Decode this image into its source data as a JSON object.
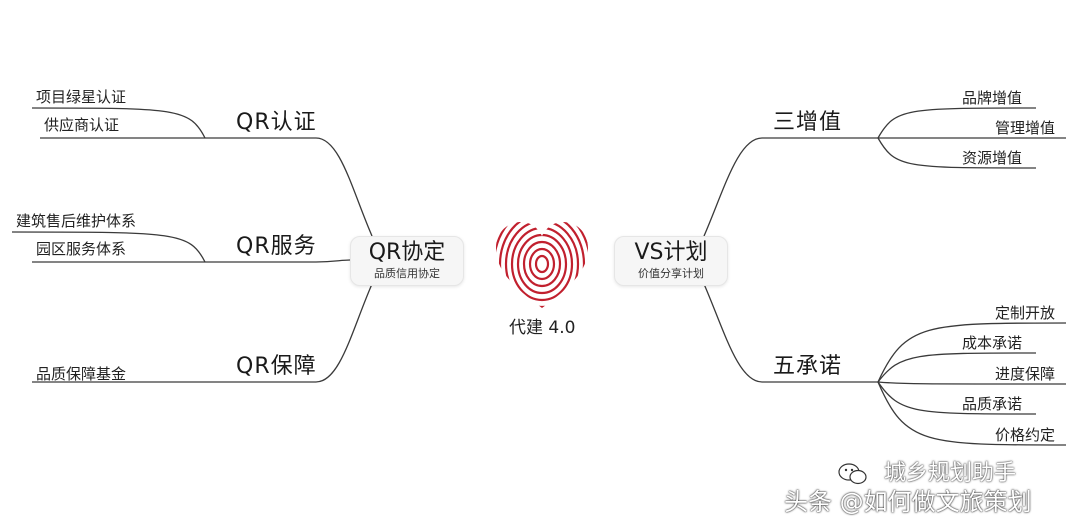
{
  "center": {
    "label": "代建 4.0",
    "icon": "fingerprint-heart-icon",
    "icon_color": "#c1202e"
  },
  "left_hub": {
    "title": "QR协定",
    "subtitle": "品质信用协定"
  },
  "right_hub": {
    "title": "VS计划",
    "subtitle": "价值分享计划"
  },
  "left_branches": [
    {
      "label": "QR认证",
      "leaves": [
        "项目绿星认证",
        "供应商认证"
      ]
    },
    {
      "label": "QR服务",
      "leaves": [
        "建筑售后维护体系",
        "园区服务体系"
      ]
    },
    {
      "label": "QR保障",
      "leaves": [
        "品质保障基金"
      ]
    }
  ],
  "right_branches": [
    {
      "label": "三增值",
      "leaves": [
        "品牌增值",
        "管理增值",
        "资源增值"
      ]
    },
    {
      "label": "五承诺",
      "leaves": [
        "定制开放",
        "成本承诺",
        "进度保障",
        "品质承诺",
        "价格约定"
      ]
    }
  ],
  "watermark": {
    "line1": "城乡规划助手",
    "line2": "头条 @如何做文旅策划",
    "icon": "wechat-icon"
  },
  "colors": {
    "line": "#3a3a3a",
    "accent": "#c1202e"
  }
}
